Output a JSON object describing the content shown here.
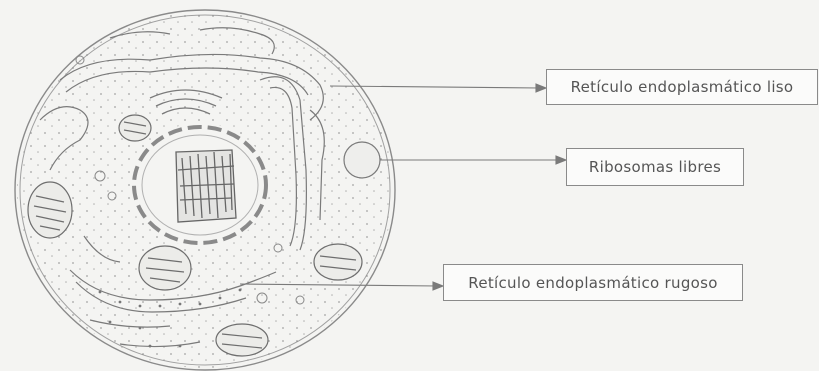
{
  "diagram": {
    "labels": {
      "smooth_er": "Retículo endoplasmático liso",
      "free_ribosomes": "Ribosomas libres",
      "rough_er": "Retículo endoplasmático rugoso"
    },
    "colors": {
      "background": "#f4f4f2",
      "line": "#7a7a7a",
      "text": "#555555"
    }
  }
}
